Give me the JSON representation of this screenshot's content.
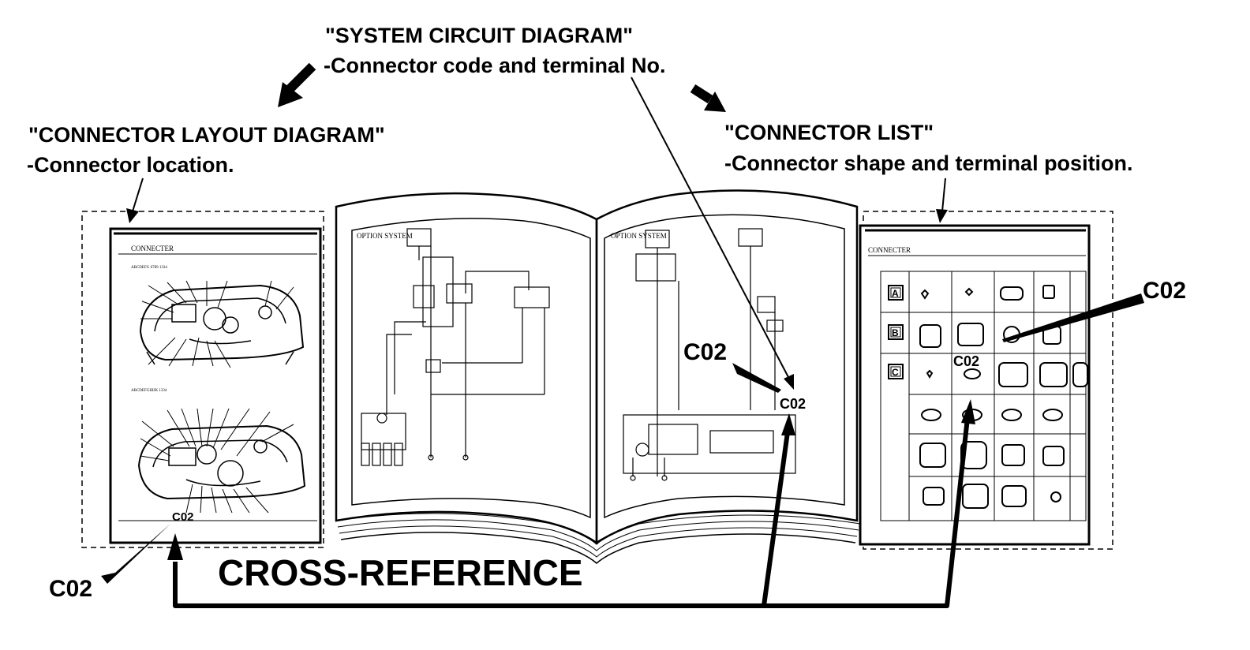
{
  "labels": {
    "system_title": "\"SYSTEM CIRCUIT DIAGRAM\"",
    "system_desc": "-Connector code and terminal No.",
    "layout_title": "\"CONNECTOR  LAYOUT DIAGRAM\"",
    "layout_desc": "-Connector location.",
    "list_title": "\"CONNECTOR LIST\"",
    "list_desc": "-Connector shape and terminal position.",
    "cross_reference": "CROSS-REFERENCE"
  },
  "connector_code": "C02",
  "left_page": {
    "header": "CONNECTER",
    "view1_caption": "ABCDEFG 6789 1334",
    "view2_caption": "ABCDEFGHIJK 1334"
  },
  "book": {
    "left_page_title": "OPTION SYSTEM",
    "right_page_title": "OPTION SYSTEM"
  },
  "right_page": {
    "header": "CONNECTER",
    "row_letters": [
      "A",
      "B",
      "C"
    ]
  }
}
